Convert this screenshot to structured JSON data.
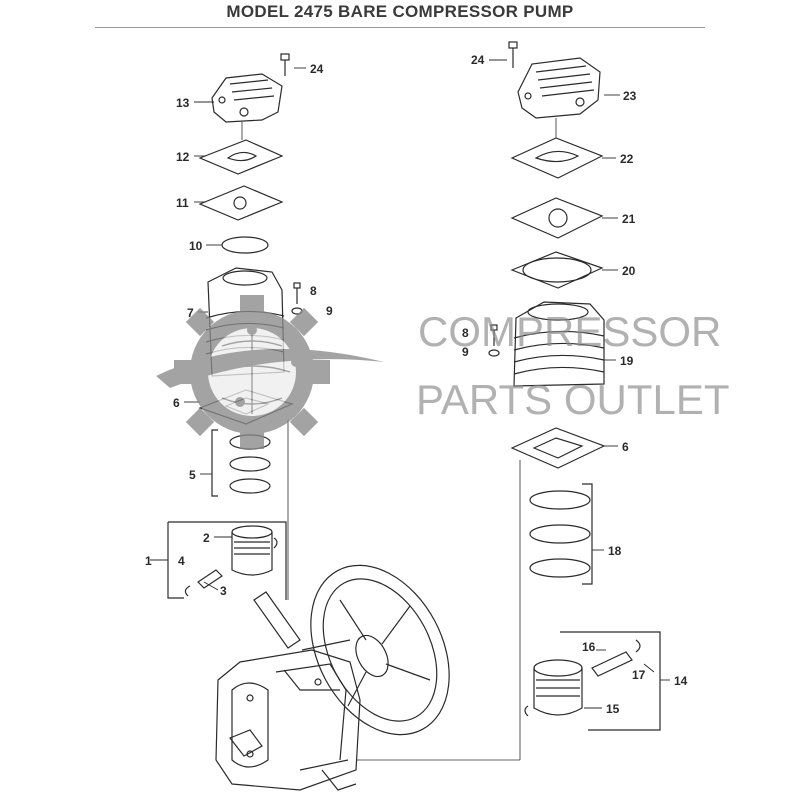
{
  "title": "MODEL 2475 BARE COMPRESSOR PUMP",
  "watermark": {
    "line1": "COMPRESSOR",
    "line2": "PARTS OUTLET",
    "color": "#8a8a8a"
  },
  "callouts": {
    "c1": "1",
    "c2": "2",
    "c3": "3",
    "c4": "4",
    "c5": "5",
    "c6a": "6",
    "c6b": "6",
    "c7": "7",
    "c8a": "8",
    "c8b": "8",
    "c9a": "9",
    "c9b": "9",
    "c10": "10",
    "c11": "11",
    "c12": "12",
    "c13": "13",
    "c14": "14",
    "c15": "15",
    "c16": "16",
    "c17": "17",
    "c18": "18",
    "c19": "19",
    "c20": "20",
    "c21": "21",
    "c22": "22",
    "c23": "23",
    "c24a": "24",
    "c24b": "24"
  },
  "colors": {
    "line": "#2b2b2b",
    "watermark": "#8a8a8a"
  }
}
